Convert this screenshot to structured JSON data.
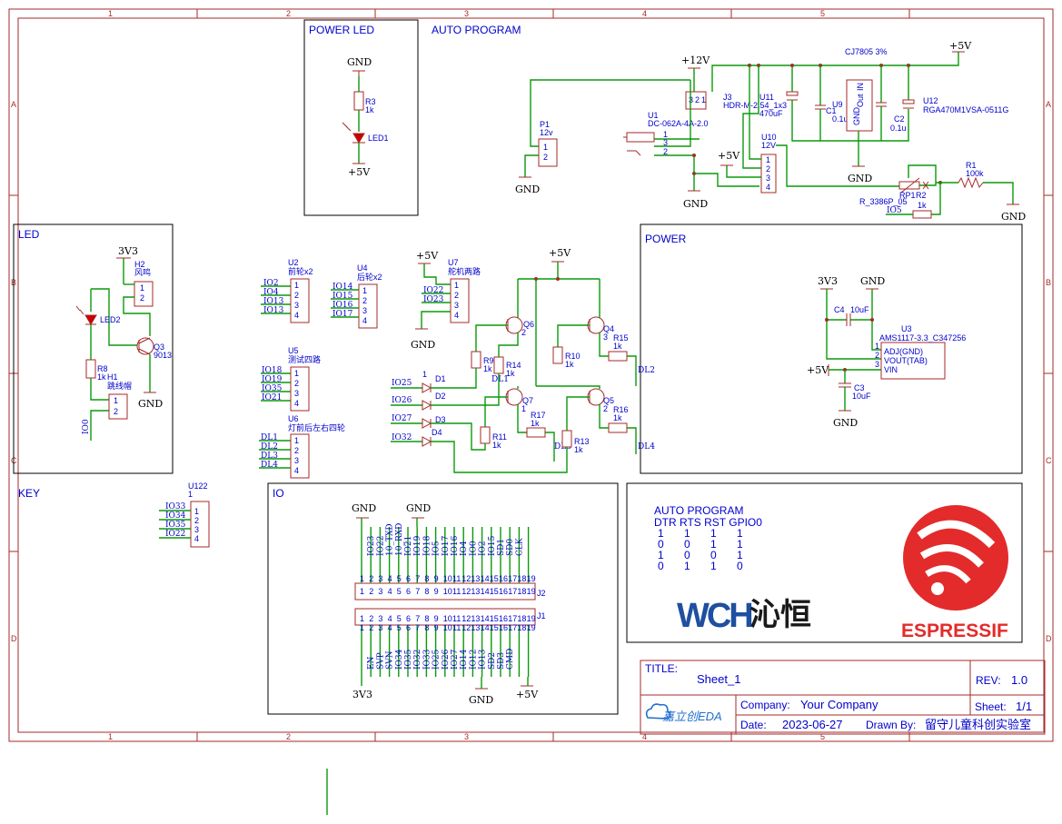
{
  "grid": {
    "columns": [
      "1",
      "2",
      "3",
      "4",
      "5"
    ],
    "rows": [
      "A",
      "B",
      "C",
      "D"
    ]
  },
  "blocks": {
    "power_led": "POWER LED",
    "auto_program_top": "AUTO PROGRAM",
    "led": "LED",
    "key": "KEY",
    "power": "POWER",
    "io": "IO"
  },
  "power_labels": {
    "gnd": "GND",
    "p5v": "+5V",
    "p12v": "+12V",
    "p3v3": "3V3"
  },
  "components": {
    "R3": [
      "R3",
      "1k"
    ],
    "LED1": "LED1",
    "P1": [
      "P1",
      "12v"
    ],
    "U1": [
      "U1",
      "DC-062A-4A-2.0"
    ],
    "J3": [
      "J3",
      "HDR-M-2.54_1x3"
    ],
    "U11": [
      "U11",
      "470uF"
    ],
    "C1": [
      "C1",
      "0.1u"
    ],
    "U9": [
      "U9",
      "CJ7805 3%",
      "IN",
      "Out",
      "GND"
    ],
    "C2": [
      "C2",
      "0.1u"
    ],
    "U12": [
      "U12",
      "RGA470M1VSA-0511G"
    ],
    "U10": [
      "U10",
      "12V"
    ],
    "RP1": [
      "RP1",
      "R_3386P_05"
    ],
    "R1": [
      "R1",
      "100k"
    ],
    "R2": [
      "R2",
      "1k"
    ],
    "H2": [
      "H2",
      "风鸣"
    ],
    "LED2": "LED2",
    "Q3": [
      "Q3",
      "9013"
    ],
    "R8": [
      "R8",
      "1k"
    ],
    "H1": [
      "H1",
      "跳线帽"
    ],
    "U2": [
      "U2",
      "前轮x2"
    ],
    "U4": [
      "U4",
      "后轮x2"
    ],
    "U7": [
      "U7",
      "舵机两路"
    ],
    "U5": [
      "U5",
      "测试四路"
    ],
    "U6": [
      "U6",
      "灯前后左右四轮"
    ],
    "U122": [
      "U122",
      "1"
    ],
    "Q6": [
      "Q6",
      "2"
    ],
    "Q4": [
      "Q4",
      "3"
    ],
    "Q7": [
      "Q7",
      "1"
    ],
    "Q5": [
      "Q5",
      "2"
    ],
    "R9": [
      "R9",
      "1k"
    ],
    "R14": [
      "R14",
      "1k"
    ],
    "R10": [
      "R10",
      "1k"
    ],
    "R15": [
      "R15",
      "1k"
    ],
    "R11": [
      "R11",
      "1k"
    ],
    "R17": [
      "R17",
      "1k"
    ],
    "R13": [
      "R13",
      "1k"
    ],
    "R16": [
      "R16",
      "1k"
    ],
    "D1": "D1",
    "D2": "D2",
    "D3": "D3",
    "D4": "D4",
    "C4": [
      "C4",
      "10uF"
    ],
    "C3": [
      "C3",
      "10uF"
    ],
    "U3": [
      "U3",
      "AMS1117-3.3_C347256",
      "ADJ(GND)",
      "VOUT(TAB)",
      "VIN"
    ],
    "J2": "J2",
    "J1": "J1"
  },
  "nets": {
    "io5": "IO5",
    "io0": "IO0",
    "u2": [
      "IO2",
      "IO4",
      "IO13",
      "IO13"
    ],
    "u4": [
      "IO14",
      "IO15",
      "IO16",
      "IO17"
    ],
    "u7": [
      "IO22",
      "IO23"
    ],
    "u5": [
      "IO18",
      "IO19",
      "IO35",
      "IO21"
    ],
    "u6": [
      "DL1",
      "DL2",
      "DL3",
      "DL4"
    ],
    "u122": [
      "IO33",
      "IO34",
      "IO35",
      "IO22"
    ],
    "diodes": [
      "IO25",
      "IO26",
      "IO27",
      "IO32"
    ],
    "dl": [
      "DL1",
      "DL2",
      "DL3",
      "DL4"
    ],
    "io_top": [
      "IO23",
      "IO22",
      "10_TXD",
      "10_RXD",
      "IO21",
      "IO19",
      "IO18",
      "IO5",
      "IO17",
      "IO16",
      "IO4",
      "IO0",
      "IO2",
      "IO15",
      "SD1",
      "SD0",
      "CLK"
    ],
    "io_bottom": [
      "EN",
      "SVP",
      "SVN",
      "IO34",
      "IO35",
      "IO32",
      "IO33",
      "IO25",
      "IO26",
      "IO27",
      "IO14",
      "IO12",
      "IO13",
      "SD2",
      "SD3",
      "CMD"
    ],
    "pin_numbers": [
      "1",
      "2",
      "3",
      "4",
      "5",
      "6",
      "7",
      "8",
      "9",
      "10",
      "11",
      "12",
      "13",
      "14",
      "15",
      "16",
      "17",
      "18",
      "19"
    ]
  },
  "auto_program": {
    "title": "AUTO PROGRAM",
    "header": "DTR RTS RST GPIO0",
    "rows": [
      [
        "1",
        "1",
        "1",
        "1"
      ],
      [
        "0",
        "0",
        "1",
        "1"
      ],
      [
        "1",
        "0",
        "0",
        "1"
      ],
      [
        "0",
        "1",
        "1",
        "0"
      ]
    ]
  },
  "logos": {
    "wch": "WCH",
    "wch_cn": "沁恒",
    "espressif": "ESPRESSIF",
    "eda": "嘉立创EDA"
  },
  "title_block": {
    "title_label": "TITLE:",
    "title": "Sheet_1",
    "rev_label": "REV:",
    "rev": "1.0",
    "company_label": "Company:",
    "company": "Your Company",
    "sheet_label": "Sheet:",
    "sheet": "1/1",
    "date_label": "Date:",
    "date": "2023-06-27",
    "drawn_label": "Drawn By:",
    "drawn": "留守儿童科创实验室"
  },
  "colors": {
    "frame": "#a52a2a",
    "wire": "#0a9a0a",
    "text": "#0000cc",
    "espressif": "#e32b2b",
    "wch": "#1f4fa0"
  }
}
